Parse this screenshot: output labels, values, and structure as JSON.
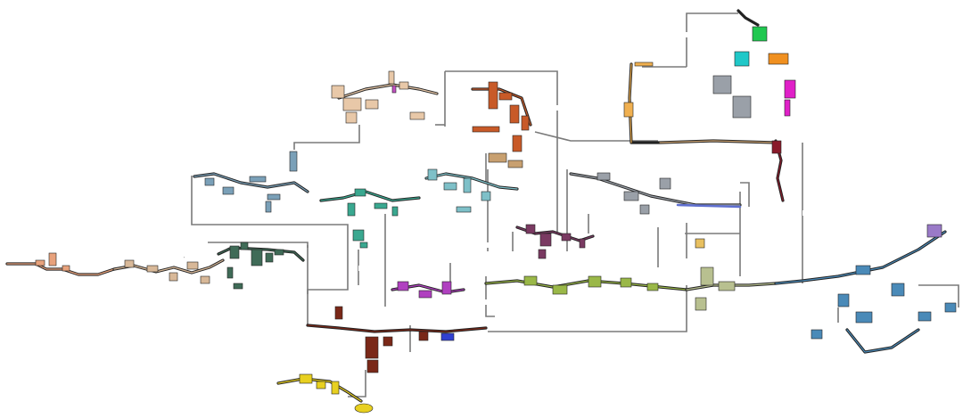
{
  "map": {
    "background": "#ffffff",
    "connector_color": "#7a7a7a",
    "regions": [
      {
        "id": "outskirts",
        "name": "",
        "color": "#e8a27c"
      },
      {
        "id": "outer-expanse",
        "name": "",
        "color": "#d8b898"
      },
      {
        "id": "garbage-wastes",
        "name": "",
        "color": "#3f6b57"
      },
      {
        "id": "industrial-complex",
        "name": "",
        "color": "#7aa0b8"
      },
      {
        "id": "drainage-system",
        "name": "",
        "color": "#3aa890"
      },
      {
        "id": "chimney-canopy",
        "name": "",
        "color": "#e8c8a8"
      },
      {
        "id": "sky-islands",
        "name": "",
        "color": "#c85a28"
      },
      {
        "id": "pipeyard",
        "name": "",
        "color": "#7ec0c8"
      },
      {
        "id": "farm-arrays",
        "name": "",
        "color": "#7a3a62"
      },
      {
        "id": "shoreline",
        "name": "",
        "color": "#9aa0a8"
      },
      {
        "id": "five-pebbles",
        "name": "",
        "color": "#f0b050"
      },
      {
        "id": "filtration",
        "name": "",
        "color": "#8a1a2a"
      },
      {
        "id": "shaded-citadel",
        "name": "",
        "color": "#b040c0"
      },
      {
        "id": "subterranean",
        "name": "",
        "color": "#7a2818"
      },
      {
        "id": "waterfront",
        "name": "",
        "color": "#9ab848"
      },
      {
        "id": "memory-crypts",
        "name": "",
        "color": "#b8c090"
      },
      {
        "id": "outer-rim",
        "name": "",
        "color": "#4a8ab8"
      },
      {
        "id": "lunar-chamber",
        "name": "",
        "color": "#e8d020"
      },
      {
        "id": "rubicon",
        "name": "",
        "color": "#6070d0"
      }
    ]
  }
}
